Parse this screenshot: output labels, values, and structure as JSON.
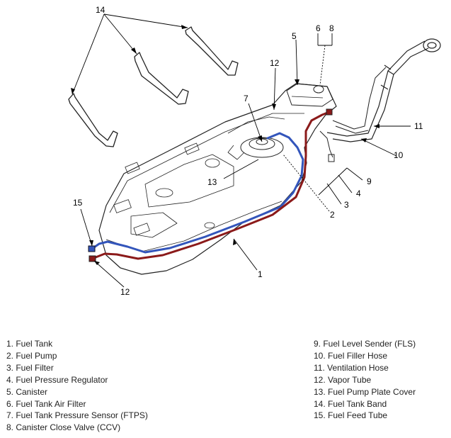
{
  "callouts": [
    {
      "id": "1",
      "label": "1"
    },
    {
      "id": "2",
      "label": "2"
    },
    {
      "id": "3",
      "label": "3"
    },
    {
      "id": "4",
      "label": "4"
    },
    {
      "id": "5",
      "label": "5"
    },
    {
      "id": "6",
      "label": "6"
    },
    {
      "id": "7",
      "label": "7"
    },
    {
      "id": "8",
      "label": "8"
    },
    {
      "id": "9",
      "label": "9"
    },
    {
      "id": "10",
      "label": "10"
    },
    {
      "id": "11",
      "label": "11"
    },
    {
      "id": "12a",
      "label": "12"
    },
    {
      "id": "12b",
      "label": "12"
    },
    {
      "id": "13",
      "label": "13"
    },
    {
      "id": "14",
      "label": "14"
    },
    {
      "id": "15",
      "label": "15"
    }
  ],
  "legend": {
    "left": [
      "1. Fuel Tank",
      "2. Fuel Pump",
      "3. Fuel Filter",
      "4. Fuel Pressure Regulator",
      "5. Canister",
      "6. Fuel Tank Air Filter",
      "7. Fuel Tank Pressure Sensor (FTPS)",
      "8. Canister Close Valve (CCV)"
    ],
    "right": [
      "9. Fuel Level Sender (FLS)",
      "10. Fuel Filler Hose",
      "11. Ventilation Hose",
      "12. Vapor Tube",
      "13. Fuel Pump Plate Cover",
      "14. Fuel Tank Band",
      "15. Fuel Feed Tube"
    ]
  },
  "colors": {
    "feed_tube": "#3355bb",
    "vapor_tube": "#8b1a1a",
    "outline": "#222222"
  }
}
